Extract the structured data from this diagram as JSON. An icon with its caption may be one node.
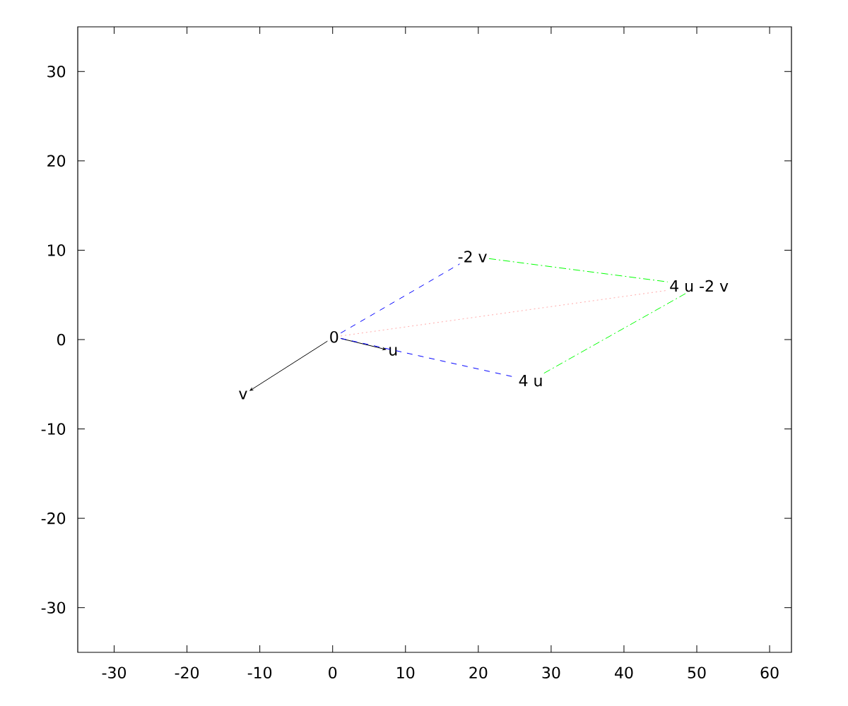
{
  "diagram": {
    "nodes": [
      {
        "text": [
          "0"
        ]
      },
      {
        "text": [
          "u"
        ]
      },
      {
        "text": [
          "v"
        ]
      },
      {
        "text": [
          "-2 v"
        ]
      },
      {
        "text": [
          "4 u"
        ]
      },
      {
        "text": [
          "4 u -2 v"
        ]
      }
    ],
    "edges": [
      {
        "from": 0,
        "to": 1,
        "arrow": "to"
      },
      {
        "from": 0,
        "to": 2,
        "arrow": "to"
      },
      {
        "from": 0,
        "to": 3,
        "arrow": "none",
        "style": "dashed",
        "color": "#0000ff"
      },
      {
        "from": 0,
        "to": 4,
        "arrow": "none",
        "style": "dashed",
        "color": "#0000ff"
      },
      {
        "from": 3,
        "to": 5,
        "arrow": "none",
        "style": "dashed",
        "color": "#00ff00"
      },
      {
        "from": 4,
        "to": 5,
        "arrow": "none",
        "style": "dashed",
        "color": "#00ff00"
      },
      {
        "from": 0,
        "to": 5,
        "arrow": "none",
        "style": "dashed",
        "color": "#ffaaaa"
      }
    ],
    "labels": [
      "30",
      "20",
      "10",
      "0",
      "-10",
      "-20",
      "-30",
      "-30",
      "-20",
      "-10",
      "0",
      "10",
      "20",
      "30",
      "40",
      "50",
      "60"
    ]
  }
}
